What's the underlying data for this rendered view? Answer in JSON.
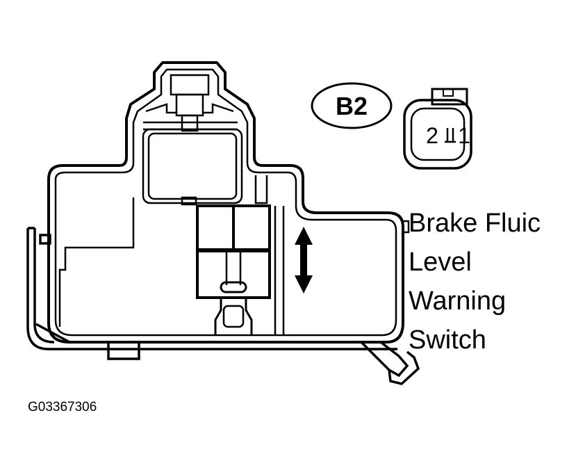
{
  "connector": {
    "label": "B2",
    "pin_left": "2",
    "pin_right": "1"
  },
  "callout": {
    "line1": "Brake Fluic",
    "line2": "Level",
    "line3": "Warning",
    "line4": "Switch"
  },
  "figure_id": "G03367306",
  "colors": {
    "line": "#000000",
    "background": "#ffffff"
  }
}
